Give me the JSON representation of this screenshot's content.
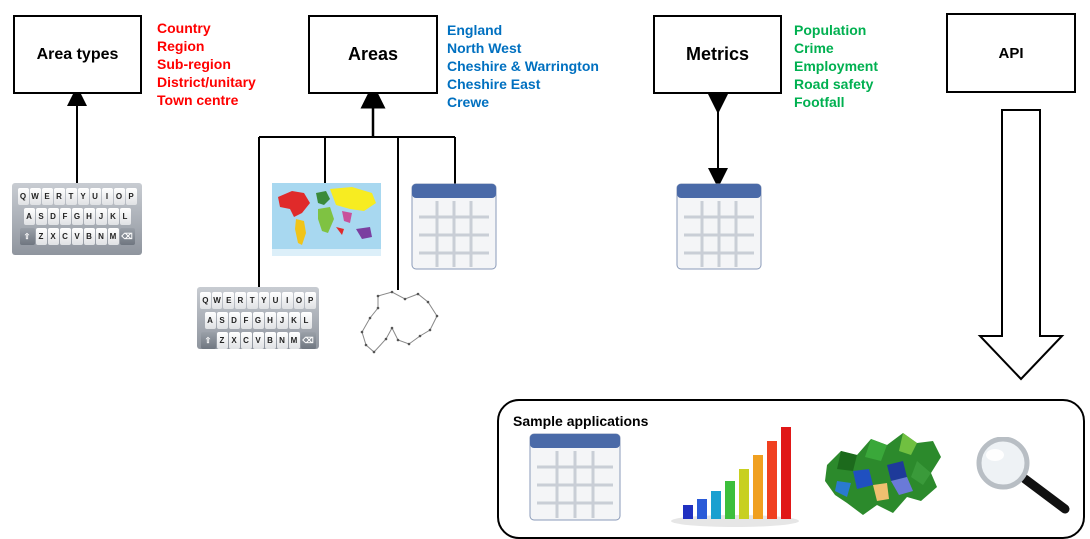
{
  "boxes": {
    "area_types": "Area types",
    "areas": "Areas",
    "metrics": "Metrics",
    "api": "API"
  },
  "area_types_list": [
    "Country",
    "Region",
    "Sub-region",
    "District/unitary",
    "Town centre"
  ],
  "areas_list": [
    "England",
    "North West",
    "Cheshire & Warrington",
    "Cheshire East",
    "Crewe"
  ],
  "metrics_list": [
    "Population",
    "Crime",
    "Employment",
    "Road safety",
    "Footfall"
  ],
  "sample_applications": {
    "title": "Sample applications"
  },
  "keyboard": {
    "row1": [
      "Q",
      "W",
      "E",
      "R",
      "T",
      "Y",
      "U",
      "I",
      "O",
      "P"
    ],
    "row2": [
      "A",
      "S",
      "D",
      "F",
      "G",
      "H",
      "J",
      "K",
      "L"
    ],
    "row3": [
      "Z",
      "X",
      "C",
      "V",
      "B",
      "N",
      "M"
    ]
  },
  "colors": {
    "area_types": "#ff0000",
    "areas": "#0070c0",
    "metrics": "#00b050",
    "table_header": "#4a6aa8"
  },
  "icons": [
    "keyboard-icon",
    "world-map-icon",
    "table-icon",
    "polygon-icon",
    "bar-chart-icon",
    "choropleth-map-icon",
    "magnifier-icon",
    "down-arrow-icon"
  ]
}
